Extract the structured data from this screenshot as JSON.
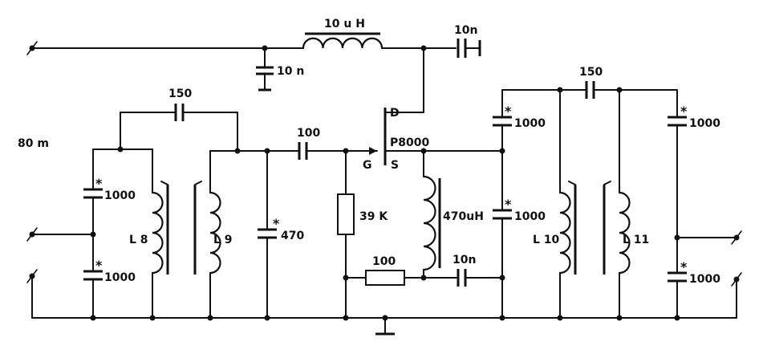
{
  "labels": {
    "band": "80 m",
    "rfc_top": "10 u H",
    "c_input_bypass": "10 n",
    "c_output_coupling": "10n",
    "c_coupling_l8_l9": "150",
    "c_coupling_l10_l11": "150",
    "c_gate": "100",
    "c_tune_l9": "470",
    "star": "*",
    "c_1000": "1000",
    "fet_name": "P8000",
    "drain": "D",
    "gate": "G",
    "source": "S",
    "r_gate": "39 K",
    "rfc_source": "470uH",
    "r_source": "100",
    "c_source_bypass": "10n",
    "l8": "L 8",
    "l9": "L 9",
    "l10": "L 10",
    "l11": "L 11"
  },
  "colors": {
    "ink": "#111111",
    "paper": "#ffffff"
  }
}
